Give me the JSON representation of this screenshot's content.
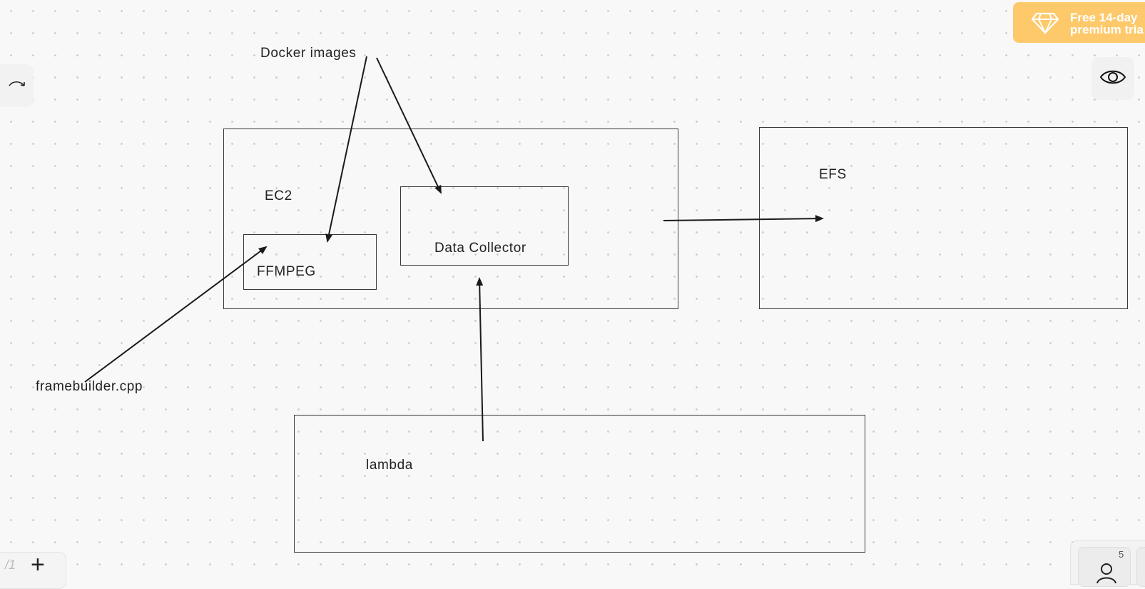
{
  "diagram": {
    "nodes": {
      "ec2": "EC2",
      "ffmpeg": "FFMPEG",
      "data_collector": "Data Collector",
      "efs": "EFS",
      "lambda": "lambda",
      "docker_images": "Docker images",
      "framebuilder": "framebuilder.cpp"
    },
    "edges": [
      {
        "from": "docker_images",
        "to": "ffmpeg"
      },
      {
        "from": "docker_images",
        "to": "data_collector"
      },
      {
        "from": "framebuilder",
        "to": "ffmpeg"
      },
      {
        "from": "ec2",
        "to": "efs"
      },
      {
        "from": "lambda",
        "to": "data_collector"
      }
    ]
  },
  "ui": {
    "promo_line1": "Free 14-day",
    "promo_line2": "premium tria",
    "page_number": "/1",
    "add_label": "+",
    "user_count": "5",
    "colors": {
      "promo": "#fdc96b",
      "canvas": "#f8f8f8",
      "stroke": "#3a3a3a"
    },
    "icons": [
      "redo-icon",
      "diamond-icon",
      "eye-icon",
      "user-icon"
    ]
  }
}
